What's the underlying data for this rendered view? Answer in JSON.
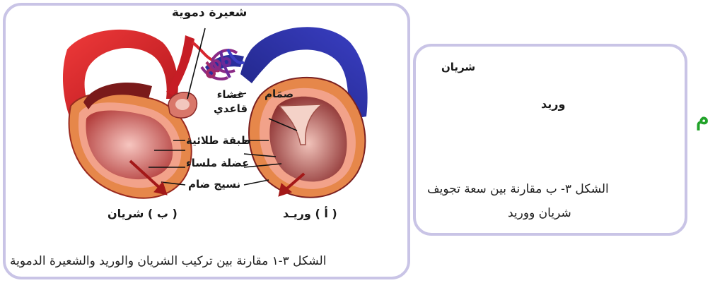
{
  "figure_a": {
    "labels": {
      "capillary": "شعيرة دموية",
      "basement_membrane": "غشاء\nقاعدي",
      "valve": "صمَام",
      "epithelial_layer": "طبقة طلائية",
      "smooth_muscle": "عضلة ملساء",
      "connective_tissue": "نسيج ضام",
      "artery_title": "( ب ) شريان",
      "vein_title": "( أ ) وريـد"
    },
    "caption": "الشكل ٣-١ مقارنة بين تركيب الشريان والوريد والشعيرة الدموية"
  },
  "figure_b": {
    "artery_label": "شريان",
    "vein_label": "وريد",
    "caption_line1": "الشكل ٣- ب مقارنة بين سعة تجويف",
    "caption_line2": "شريان ووريد"
  },
  "side_mark": "م",
  "colors": {
    "frame": "#c9c4e6",
    "artery_red": "#d7262e",
    "vein_blue": "#3038a8",
    "wall_orange": "#e6874a",
    "wall_pink": "#f1a7a1",
    "vessel_purple": "#8a2a86",
    "mark_green": "#22a32a"
  }
}
